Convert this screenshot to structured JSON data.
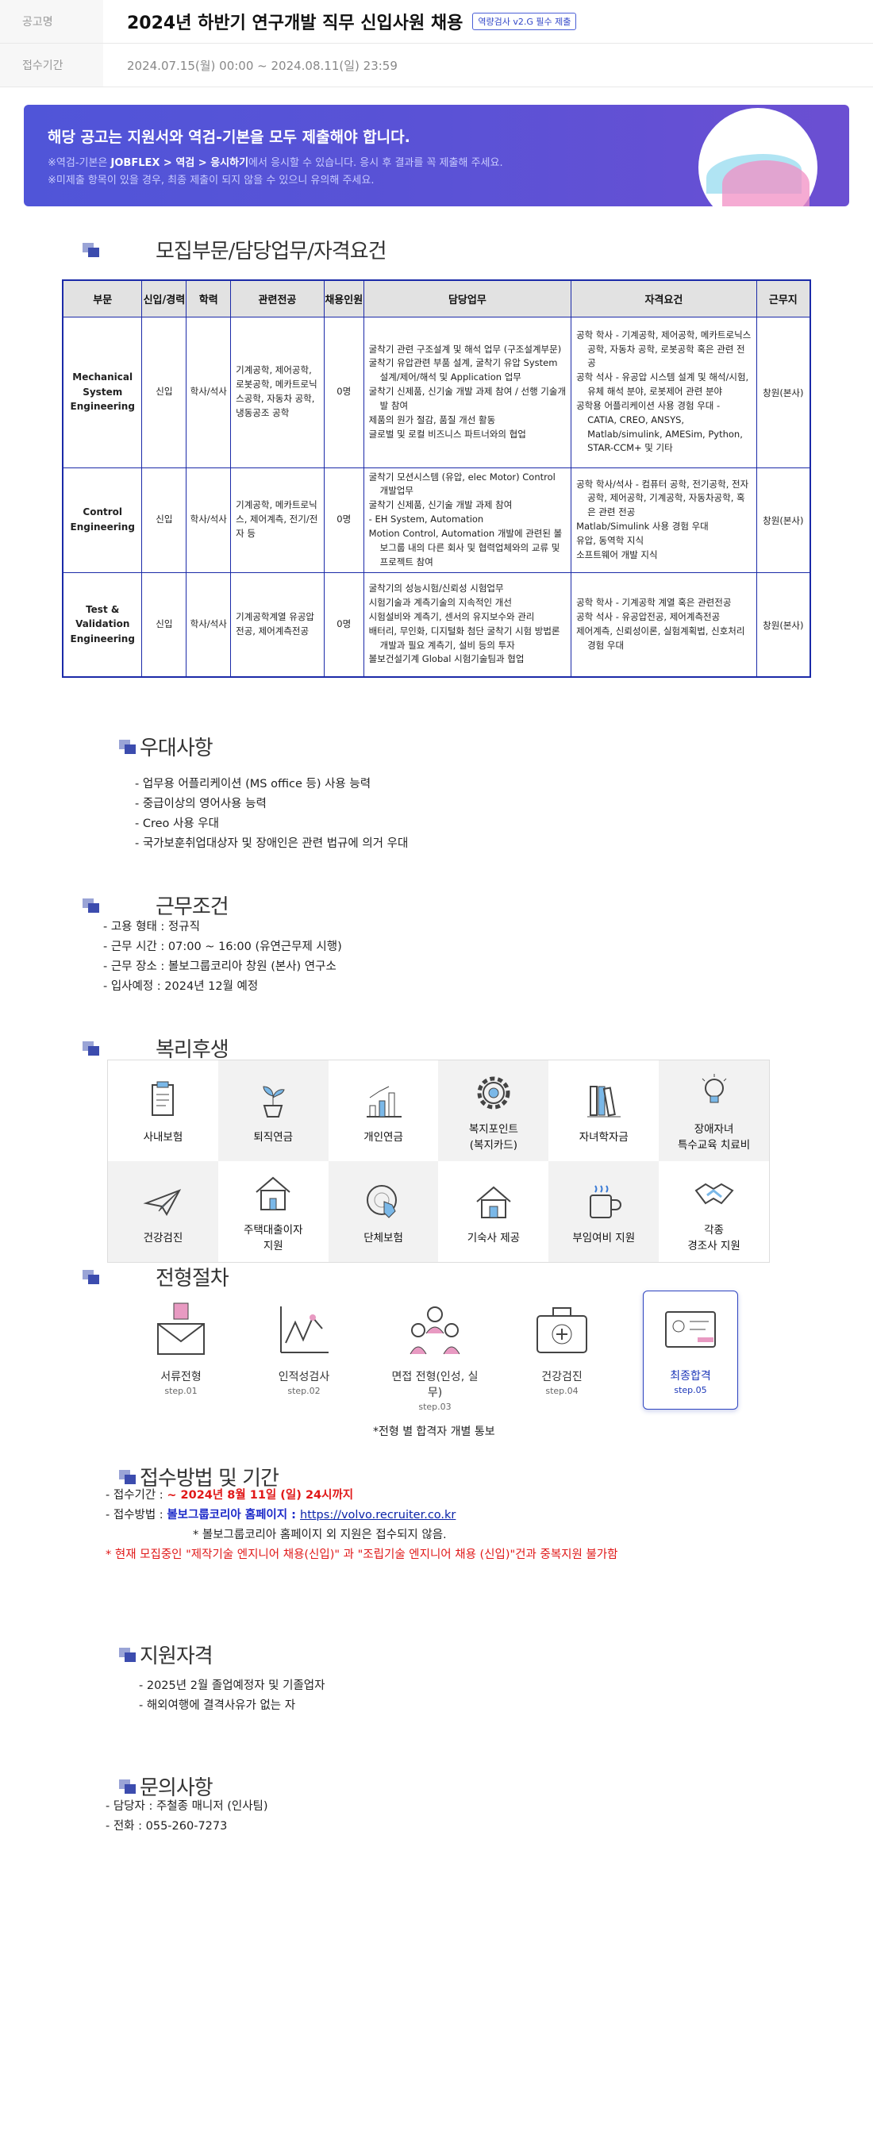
{
  "meta": {
    "title_label": "공고명",
    "title": "2024년 하반기 연구개발 직무 신입사원 채용",
    "badge": "역량검사 v2.G 필수 제출",
    "period_label": "접수기간",
    "period": "2024.07.15(월) 00:00 ~ 2024.08.11(일) 23:59"
  },
  "banner": {
    "title": "해당 공고는 지원서와 역검-기본을 모두 제출해야 합니다.",
    "note1_pre": "※역검-기본은 ",
    "note1_bold": "JOBFLEX > 역검 > 응시하기",
    "note1_post": "에서 응시할 수 있습니다. 응시 후 결과를 꼭 제출해 주세요.",
    "note2": "※미제출 항목이 있을 경우, 최종 제출이 되지 않을 수 있으니 유의해 주세요."
  },
  "sections": {
    "recruit": "모집부문/담당업무/자격요건",
    "benefit_pref": "우대사항",
    "conditions": "근무조건",
    "welfare": "복리후생",
    "process": "전형절차",
    "apply": "접수방법 및 기간",
    "eligibility": "지원자격",
    "contact": "문의사항"
  },
  "table": {
    "headers": [
      "부문",
      "신입/경력",
      "학력",
      "관련전공",
      "채용인원",
      "담당업무",
      "자격요건",
      "근무지"
    ],
    "rows": [
      {
        "dept": "Mechanical System Engineering",
        "type": "신입",
        "edu": "학사/석사",
        "major": "기계공학, 제어공학, 로봇공학, 메카트로닉스공학, 자동차 공학,냉동공조 공학",
        "count": "0명",
        "duties": [
          "굴착기 관련 구조설계 및 해석 업무 (구조설계부문)",
          "굴착기 유압관련 부품 설계, 굴착기 유압 System 설계/제어/해석 및 Application 업무",
          "굴착기 신제품, 신기술 개발 과제 참여 / 선행 기술개발 참여",
          "제품의 원가 절감, 품질 개선 활동",
          "글로벌 및 로컬 비즈니스 파트너와의 협업"
        ],
        "quals": [
          "공학 학사 - 기계공학, 제어공학, 메카트로닉스공학, 자동차 공학, 로봇공학 혹은 관련 전공",
          "공학 석사 - 유공압 시스템 설계 및 해석/시험, 유체 해석 분야, 로봇제어 관련 분야",
          "공학용 어플리케이션 사용 경험 우대 - CATIA, CREO, ANSYS, Matlab/simulink, AMESim, Python, STAR-CCM+ 및 기타"
        ],
        "place": "창원(본사)"
      },
      {
        "dept": "Control Engineering",
        "type": "신입",
        "edu": "학사/석사",
        "major": "기계공학, 메카트로닉스, 제어계측, 전기/전자 등",
        "count": "0명",
        "duties": [
          "굴착기 모션시스템 (유압, elec Motor) Control 개발업무",
          "굴착기 신제품, 신기술 개발 과제 참여",
          " - EH System, Automation",
          "Motion Control, Automation 개발에 관련된 볼보그룹 내의 다른 회사 및 협력업체와의 교류 및 프로젝트 참여"
        ],
        "quals": [
          "공학 학사/석사 - 컴퓨터 공학, 전기공학, 전자공학, 제어공학, 기계공학, 자동차공학, 혹은 관련 전공",
          "Matlab/Simulink 사용 경험 우대",
          "유압, 동역학 지식",
          "소프트웨어 개발 지식"
        ],
        "place": "창원(본사)"
      },
      {
        "dept": "Test & Validation Engineering",
        "type": "신입",
        "edu": "학사/석사",
        "major": "기계공학계열 유공압전공, 제어계측전공",
        "count": "0명",
        "duties": [
          "굴착기의 성능시험/신뢰성 시험업무",
          "시험기술과 계측기술의 지속적인 개선",
          "시험설비와 계측기, 센서의 유지보수와 관리",
          "배터리, 무인화, 디지털화 첨단 굴착기 시험 방법론 개발과 필요 계측기, 설비 등의 투자",
          "볼보건설기계 Global 시험기술팀과 협업"
        ],
        "quals": [
          "공학 학사 - 기계공학 계열 혹은 관련전공",
          "공학 석사 - 유공압전공, 제어계측전공",
          "제어계측, 신뢰성이론, 실험계획법, 신호처리 경험 우대"
        ],
        "place": "창원(본사)"
      }
    ]
  },
  "preferences": [
    "- 업무용 어플리케이션 (MS office 등) 사용 능력",
    "- 중급이상의 영어사용 능력",
    "- Creo 사용 우대",
    "- 국가보훈취업대상자 및 장애인은 관련 법규에 의거 우대"
  ],
  "conditions": [
    "- 고용 형태 : 정규직",
    "- 근무 시간 : 07:00 ~ 16:00 (유연근무제 시행)",
    "- 근무 장소 : 볼보그룹코리아 창원 (본사) 연구소",
    "- 입사예정 : 2024년 12월 예정"
  ],
  "welfare": [
    {
      "label": "사내보험",
      "icon": "clipboard-icon"
    },
    {
      "label": "퇴직연금",
      "icon": "plant-icon"
    },
    {
      "label": "개인연금",
      "icon": "growth-chart-icon"
    },
    {
      "label": "복지포인트\n(복지카드)",
      "icon": "gear-icon"
    },
    {
      "label": "자녀학자금",
      "icon": "books-icon"
    },
    {
      "label": "장애자녀\n특수교육 치료비",
      "icon": "lightbulb-icon"
    },
    {
      "label": "건강검진",
      "icon": "paper-plane-icon"
    },
    {
      "label": "주택대출이자\n지원",
      "icon": "house-icon"
    },
    {
      "label": "단체보험",
      "icon": "touch-icon"
    },
    {
      "label": "기숙사 제공",
      "icon": "dorm-house-icon"
    },
    {
      "label": "부임여비 지원",
      "icon": "coffee-mug-icon"
    },
    {
      "label": "각종\n경조사 지원",
      "icon": "handshake-icon"
    }
  ],
  "process": [
    {
      "name": "서류전형",
      "step": "step.01",
      "icon": "envelope-icon"
    },
    {
      "name": "인적성검사",
      "step": "step.02",
      "icon": "line-graph-icon"
    },
    {
      "name": "면접 전형(인성, 실무)",
      "step": "step.03",
      "icon": "people-icon"
    },
    {
      "name": "건강검진",
      "step": "step.04",
      "icon": "medical-kit-icon"
    },
    {
      "name": "최종합격",
      "step": "step.05",
      "icon": "id-card-icon"
    }
  ],
  "process_note": "*전형 별 합격자 개별 통보",
  "apply": {
    "period_prefix": "- 접수기간 : ",
    "period_value": " ~ 2024년 8월 11일 (일) 24시까지",
    "method_prefix": "- 접수방법 : ",
    "method_value": "볼보그룹코리아 홈페이지 : ",
    "method_link": "https://volvo.recruiter.co.kr",
    "method_note": "* 볼보그룹코리아 홈페이지 외 지원은 접수되지 않음.",
    "warning": "* 현재 모집중인 \"제작기술 엔지니어 채용(신입)\" 과 \"조립기술 엔지니어 채용 (신입)\"건과 중복지원 불가함"
  },
  "eligibility": [
    "- 2025년 2월 졸업예정자 및 기졸업자",
    "- 해외여행에 결격사유가 없는 자"
  ],
  "contact": [
    "- 담당자 : 주철종 매니저 (인사팀)",
    "- 전화 : 055-260-7273"
  ]
}
